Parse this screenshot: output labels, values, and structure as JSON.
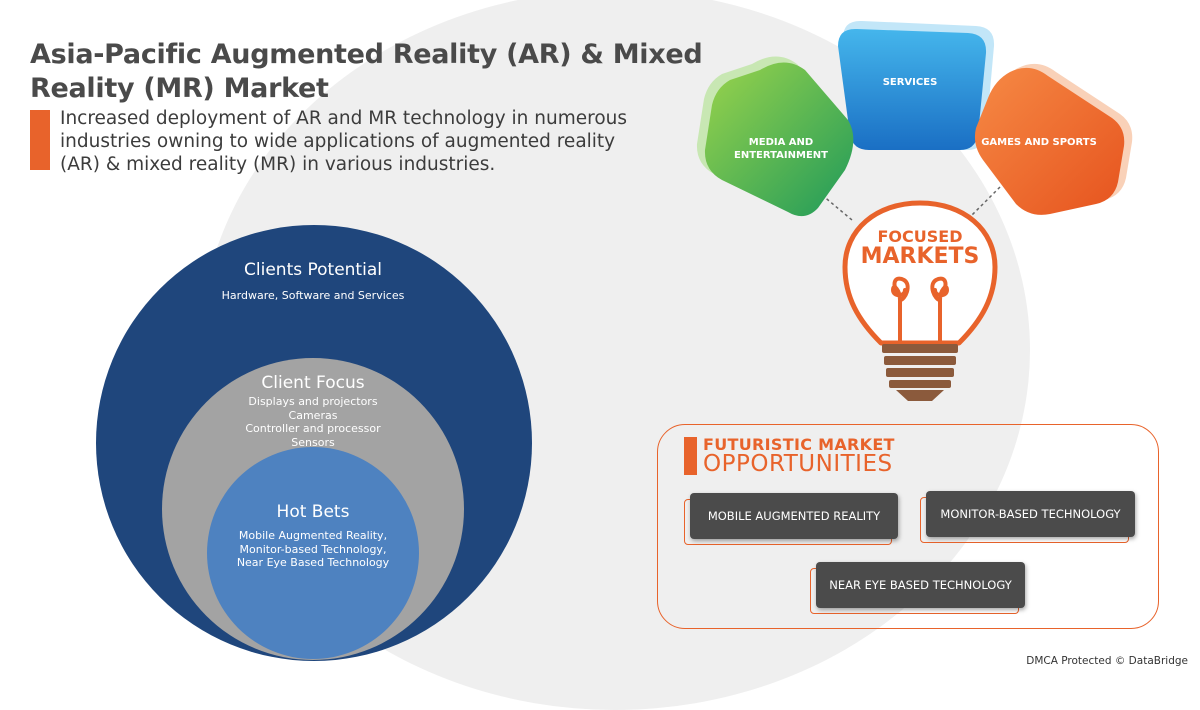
{
  "header": {
    "title": "Asia-Pacific Augmented Reality (AR) & Mixed Reality (MR) Market",
    "subtitle": "Increased deployment of AR and MR technology in numerous industries owning to wide applications of augmented reality (AR) & mixed reality (MR) in various industries."
  },
  "circles": {
    "outer": {
      "title": "Clients Potential",
      "body": "Hardware, Software and Services"
    },
    "middle": {
      "title": "Client Focus",
      "lines": [
        "Displays and projectors",
        "Cameras",
        "Controller and processor",
        "Sensors"
      ]
    },
    "inner": {
      "title": "Hot Bets",
      "lines": [
        "Mobile Augmented Reality,",
        "Monitor-based Technology,",
        "Near Eye Based Technology"
      ]
    }
  },
  "focused_markets": {
    "line1": "FOCUSED",
    "line2": "MARKETS",
    "segments": [
      {
        "line1": "MEDIA AND",
        "line2": "ENTERTAINMENT"
      },
      {
        "line1": "SERVICES",
        "line2": ""
      },
      {
        "line1": "GAMES AND SPORTS",
        "line2": ""
      }
    ]
  },
  "futuristic": {
    "title_line1": "FUTURISTIC MARKET",
    "title_line2": "OPPORTUNITIES",
    "items": [
      "MOBILE AUGMENTED REALITY",
      "MONITOR-BASED TECHNOLOGY",
      "NEAR EYE BASED TECHNOLOGY"
    ]
  },
  "footer": {
    "credit": "DMCA Protected © DataBridge"
  },
  "colors": {
    "accent": "#e8632b",
    "navy": "#1f467c",
    "gray": "#a3a3a3",
    "blue": "#4e82c0",
    "green": "#3dae4a",
    "sky": "#2a8fd6",
    "orange": "#ee6a2c"
  }
}
